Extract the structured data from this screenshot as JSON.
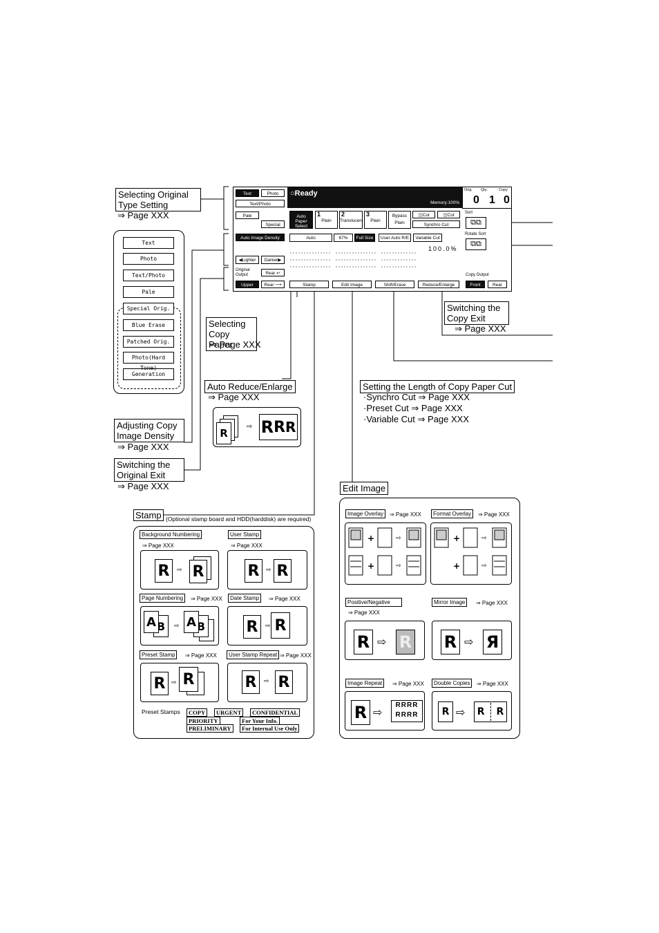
{
  "panel": {
    "status": "Ready",
    "memory": "Memory:100%",
    "orig_label": "Orig.",
    "qty_label": "Qty.",
    "copy_label": "Copy",
    "orig_value": "0",
    "qty_value": "1",
    "copy_value": "0",
    "type_buttons": [
      "Text",
      "Photo",
      "Text/Photo",
      "Pale",
      "Special Orig."
    ],
    "density_button": "Auto Image Density",
    "lighter": "Lighter",
    "darker": "Darker",
    "original_output": "Original Output",
    "rear": "Rear",
    "upper": "Upper",
    "auto_paper_select": "Auto Paper Select",
    "trays": [
      {
        "num": "1",
        "paper": "Plain"
      },
      {
        "num": "2",
        "paper": "Translucent"
      },
      {
        "num": "3",
        "paper": "Plain"
      }
    ],
    "bypass": "Bypass",
    "bypass_paper": "Plain",
    "cut1": "Cut",
    "cut2": "Cut",
    "synchro_cut": "Synchro Cut",
    "auto_reduce_enlarge": "Auto Reduce/Enlarge",
    "ratio_button": "67%",
    "full_size": "Full Size",
    "user_auto": "User Auto R/E",
    "variable_cut": "Variable Cut",
    "ratio": "100.0%",
    "sort": "Sort",
    "rotate_sort": "Rotate Sort",
    "copy_output": "Copy Output",
    "front": "Front",
    "copy_rear": "Rear",
    "tabs": [
      "Stamp",
      "Edit Image",
      "Shift/Erase",
      "Reduce/Enlarge"
    ]
  },
  "callouts": {
    "orig_type": {
      "title": "Selecting Original Type Setting",
      "ref": "⇒ Page XXX"
    },
    "density": {
      "title": "Adjusting Copy Image Density",
      "ref": "⇒ Page XXX"
    },
    "orig_exit": {
      "title": "Switching the Original Exit",
      "ref": "⇒ Page XXX"
    },
    "copy_paper": {
      "title": "Selecting Copy Paper",
      "ref": "⇒ Page XXX"
    },
    "auto_re": {
      "title": "Auto Reduce/Enlarge",
      "ref": "⇒ Page XXX"
    },
    "copy_exit": {
      "title": "Switching the Copy Exit",
      "ref": "⇒ Page XXX"
    },
    "cut_length": {
      "title": "Setting the Length of Copy Paper Cut",
      "lines": [
        "·Synchro Cut ⇒ Page XXX",
        "·Preset Cut ⇒ Page XXX",
        "·Variable Cut ⇒ Page XXX"
      ]
    }
  },
  "type_list": [
    "Text",
    "Photo",
    "Text/Photo",
    "Pale",
    "Special Orig.",
    "Blue Erase",
    "Patched Orig.",
    "Photo(Hard Tone)",
    "Generation"
  ],
  "stamp": {
    "title": "Stamp",
    "note": "(Optional stamp board and HDD(harddisk) are required)",
    "items": [
      {
        "label": "Background Numbering",
        "ref": "⇒ Page XXX"
      },
      {
        "label": "User Stamp",
        "ref": "⇒ Page XXX"
      },
      {
        "label": "Page Numbering",
        "ref": "⇒ Page XXX"
      },
      {
        "label": "Date Stamp",
        "ref": "⇒ Page XXX"
      },
      {
        "label": "Preset Stamp",
        "ref": "⇒ Page XXX"
      },
      {
        "label": "User Stamp Repeat",
        "ref": "⇒ Page XXX"
      }
    ],
    "preset_label": "Preset Stamps",
    "preset_words": [
      "COPY",
      "URGENT",
      "CONFIDENTIAL",
      "PRIORITY",
      "For Your Info.",
      "PRELIMINARY",
      "For Internal Use Only"
    ]
  },
  "edit": {
    "title": "Edit Image",
    "items": [
      {
        "label": "Image Overlay",
        "ref": "⇒ Page XXX"
      },
      {
        "label": "Format Overlay",
        "ref": "⇒ Page XXX"
      },
      {
        "label": "Positive/Negative",
        "ref": "⇒ Page XXX"
      },
      {
        "label": "Mirror Image",
        "ref": "⇒ Page XXX"
      },
      {
        "label": "Image Repeat",
        "ref": "⇒ Page XXX"
      },
      {
        "label": "Double Copies",
        "ref": "⇒ Page XXX"
      }
    ]
  },
  "glyphs": {
    "r": "R",
    "r_mirror": "Я",
    "a": "A",
    "b": "B",
    "arrow": "⇨"
  }
}
